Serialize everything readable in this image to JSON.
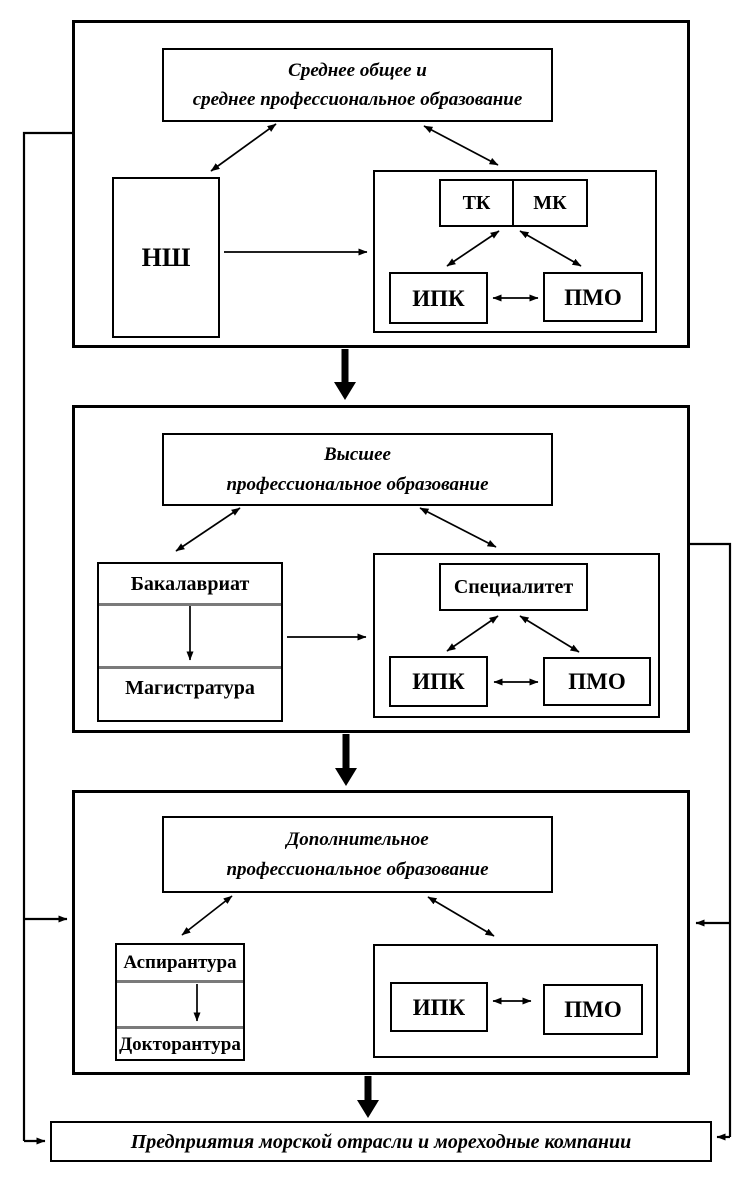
{
  "diagram": {
    "level1": {
      "title_line1": "Среднее общее и",
      "title_line2": "среднее профессиональное образование",
      "school": "НШ",
      "tk": "ТК",
      "mk": "МК",
      "ipk": "ИПК",
      "pmo": "ПМО"
    },
    "level2": {
      "title_line1": "Высшее",
      "title_line2": "профессиональное образование",
      "bachelor": "Бакалавриат",
      "master": "Магистратура",
      "specialist": "Специалитет",
      "ipk": "ИПК",
      "pmo": "ПМО"
    },
    "level3": {
      "title_line1": "Дополнительное",
      "title_line2": "профессиональное образование",
      "postgraduate": "Аспирантура",
      "doctorate": "Докторантура",
      "ipk": "ИПК",
      "pmo": "ПМО"
    },
    "footer": {
      "label": "Предприятия морской отрасли и мореходные компании"
    },
    "colors": {
      "line": "#000000",
      "divider": "#7a7a7a",
      "background": "#ffffff"
    }
  }
}
